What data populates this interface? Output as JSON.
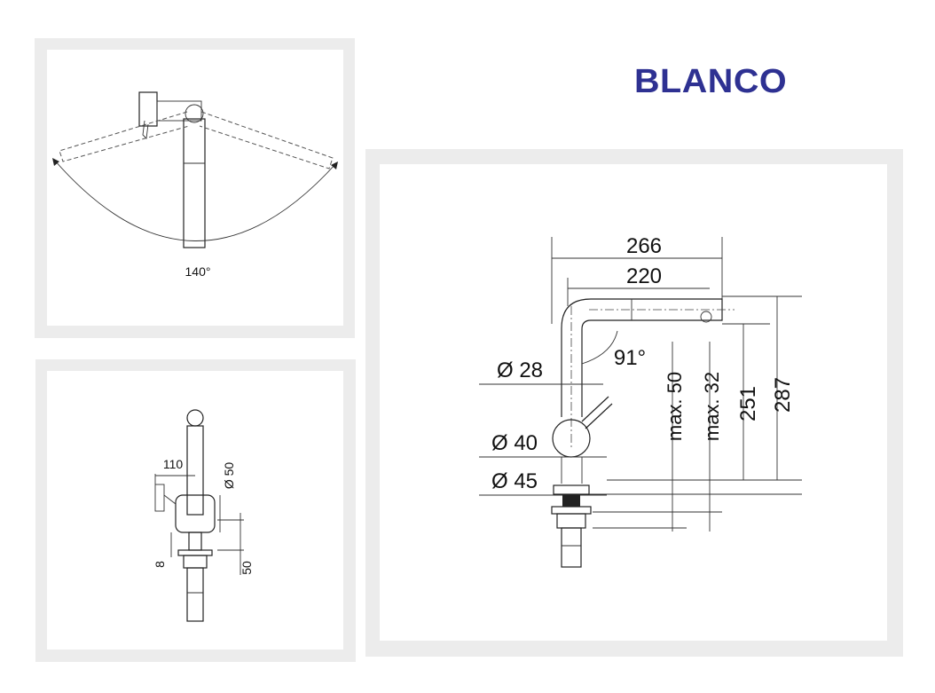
{
  "brand": {
    "logo_text": "BLANCO",
    "color": "#2e3192"
  },
  "swivel_view": {
    "angle_label": "140°"
  },
  "front_view": {
    "dim_width": "110",
    "dim_diameter": "Ø 50",
    "dim_left_height": "8",
    "dim_right_height": "50"
  },
  "side_view": {
    "dim_overall_reach": "266",
    "dim_spout_reach": "220",
    "dim_spout_diameter": "Ø 28",
    "dim_angle": "91°",
    "dim_body_diameter": "Ø 40",
    "dim_base_diameter": "Ø 45",
    "dim_max_50": "max. 50",
    "dim_max_32": "max. 32",
    "dim_outlet_height": "251",
    "dim_total_height": "287"
  }
}
